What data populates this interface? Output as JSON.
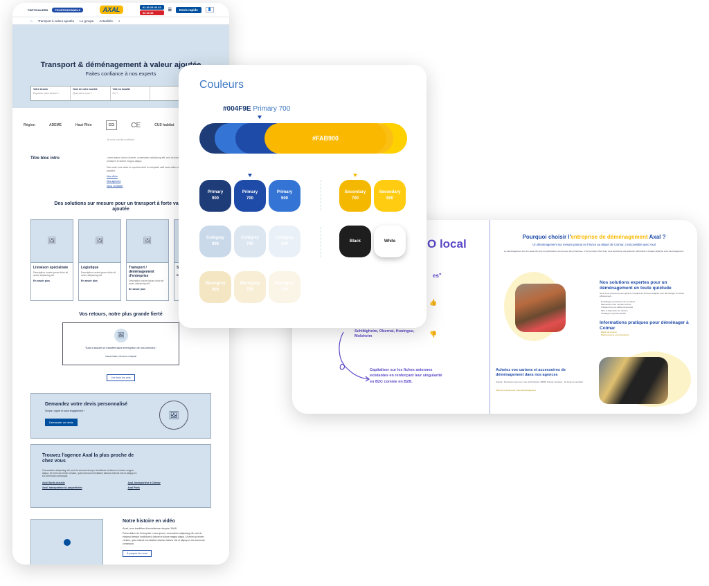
{
  "site": {
    "topbar": {
      "particuliers": "PARTICULIERS",
      "professionnels": "PROFESSIONNELS",
      "logo": "AXAL",
      "phone1": "01 40 23 43 22",
      "phone2": "03 43 44",
      "devis": "Devis rapide"
    },
    "nav": [
      "Transport à valeur ajoutée",
      "Le groupe",
      "Actualités"
    ],
    "hero": {
      "title": "Transport & déménagement à valeur ajoutée",
      "subtitle": "Faites confiance à nos experts",
      "fields": [
        {
          "label": "Votre besoin",
          "hint": "Exprimer votre besoin ?"
        },
        {
          "label": "Nom de votre société",
          "hint": "Quel est le nom ?"
        },
        {
          "label": "Ville ou localité",
          "hint": "Où ?"
        },
        {
          "label": "",
          "hint": ""
        }
      ]
    },
    "logos": [
      "Région",
      "ADEME",
      "Haut Rhin",
      "CCI",
      "CE",
      "CUS habitat"
    ],
    "logos_caption": "Ils nous ont fait confiance",
    "intro": {
      "title": "Titre bloc intro",
      "text": "Lorem ipsum dolor sit amet, consectetur adipiscing elit, sed do eiusmod tempor incididunt ut labore et dolore magna aliqua.",
      "text2": "Duis aute irure dolor in reprehenderit in voluptate velit esse cillum dolore eu fugiat nulla pariatur.",
      "links": [
        "Nos offres",
        "Nos agences",
        "Nous contacter"
      ]
    },
    "solutions_title": "Des solutions sur mesure pour un transport à forte valeur ajoutée",
    "solutions": [
      {
        "title": "Livraison spécialisée",
        "desc": "Description courte ipsum dolor sit amet, adipiscing elit.",
        "more": "En savoir plus"
      },
      {
        "title": "Logistique",
        "desc": "Description courte ipsum dolor sit amet, adipiscing elit.",
        "more": "En savoir plus"
      },
      {
        "title": "Transport / déménagement d'entreprise",
        "desc": "Description courte ipsum dolor sit amet, adipiscing elit.",
        "more": "En savoir plus"
      },
      {
        "title": "St...",
        "desc": "",
        "more": "En"
      }
    ],
    "testimonial": {
      "title": "Vos retours, notre plus grande fierté",
      "quote": "\"Axal a assuré un transfert sans interruption de nos services.\"",
      "author": "Claude Martin, Directeur d'Hôpital",
      "button": "Lire tous les avis"
    },
    "devis_box": {
      "title": "Demandez votre devis personnalisé",
      "text": "Simple, rapide et sans engagement !",
      "button": "Demander un devis"
    },
    "agence": {
      "title": "Trouvez l'agence Axal la plus proche de chez vous",
      "text": "Consectetur adipiscing elit, sed do eiusmod tempor incididunt ut labore et dolore magna aliqua. Ut enim ad minim veniam, quis nostrud exercitation ullamco laboris nisi ut aliquip ex ea commodo consequat.",
      "links": [
        "Axal Garde-meuble",
        "Axal, transporteur à Colmar",
        "Axal, transporteur à Lampertheim",
        "Axal Paris"
      ]
    },
    "video": {
      "title": "Notre histoire en vidéo",
      "subtitle": "Axal, une tradition d'excellence depuis 1969",
      "text": "Présentation de l'entreprise Lorem ipsum, consectetur adipiscing elit, sed do eiusmod tempor incididunt ut labore et dolore magna aliqua. Ut enim ad minim veniam, quis nostrud exercitation ullamco laboris nisi ut aliquip ex ea commodo consequat.",
      "button": "À propos de nous"
    }
  },
  "palette": {
    "title": "Couleurs",
    "primary_hex": "#004F9E",
    "primary_name": "Primary 700",
    "secondary_hex": "#FAB900",
    "strip_colors": [
      "#1e3c78",
      "#3474d4",
      "#1e4aa8",
      "#fab900",
      "#fbbf14",
      "#ffd000"
    ],
    "swatches": [
      {
        "label": "Primary 900",
        "color": "#1e3c78",
        "text": "#ffffff"
      },
      {
        "label": "Primary 700",
        "color": "#1e4aa8",
        "text": "#ffffff"
      },
      {
        "label": "Primary 500",
        "color": "#3474d4",
        "text": "#ffffff"
      },
      {
        "label": "Secondary 700",
        "color": "#f5b800",
        "text": "#ffffff"
      },
      {
        "label": "Secondary 500",
        "color": "#ffcc12",
        "text": "#ffffff"
      },
      {
        "label": "Coldgrey 900",
        "color": "#c9d9ea",
        "text": "#ffffff"
      },
      {
        "label": "Coldgrey 700",
        "color": "#dbe6f1",
        "text": "#ffffff"
      },
      {
        "label": "Coldgrey 500",
        "color": "#eaf0f7",
        "text": "#ffffff"
      },
      {
        "label": "Black",
        "color": "#1e1e1e",
        "text": "#ffffff"
      },
      {
        "label": "White",
        "color": "#ffffff",
        "text": "#1e1e1e"
      },
      {
        "label": "Warmgrey 900",
        "color": "#f4e6c2",
        "text": "#ffffff"
      },
      {
        "label": "Warmgrey 700",
        "color": "#f8eed6",
        "text": "#ffffff"
      },
      {
        "label": "Warmgrey 500",
        "color": "#fbf5e8",
        "text": "#ffffff"
      }
    ]
  },
  "seo": {
    "big_title": "O local",
    "quote": "es\"",
    "cities": [
      "Lampertheim, Sélestat,",
      "Schiltigheim, Obernai, Huningue,",
      "Molsheim"
    ],
    "capitalize": "Capitaliser sur les fiches antennes existantes en renforçant leur singularité en B2C comme en B2B.",
    "right": {
      "title_a": "Pourquoi choisir l'",
      "title_b": "entreprise de déménagement",
      "title_c": " Axal ?",
      "subtitle": "Un déménagement sur mesure partout en France au départ de Colmar, c'est possible avec Axal",
      "intro": "Le déménagement est une étape clé pour les particuliers comme pour les entreprises. C'est pourquoi chez Axal, nous accordons une attention particulière à chaque détail de votre déménagement.",
      "solutions_title": "Nos solutions expertes pour un déménagement en toute quiétude",
      "solutions_text": "Nous vous proposons une gamme complète de services adaptés pour déménager à Colmar efficacement.",
      "bullets": [
        "Emballage et protection de vos biens",
        "Manutention des meubles lourds",
        "Transport de vos effets personnels",
        "Mise à disposition de cartons",
        "Stockage en garde-meuble"
      ],
      "info_title": "Informations pratiques pour déménager à Colmar",
      "info_bullets": [
        "Mairie de Colmar",
        "Stationnement et autorisations"
      ],
      "cartons_title": "Achetez vos cartons et accessoires de déménagement dans nos agences",
      "cartons_text": "Colmar : Retrouvez-nous au 1 rue de l'Industrie, 68000 Colmar. Horaires : du lundi au vendredi.",
      "cartons_link": "Plus de conseils pour votre déménagement"
    }
  }
}
